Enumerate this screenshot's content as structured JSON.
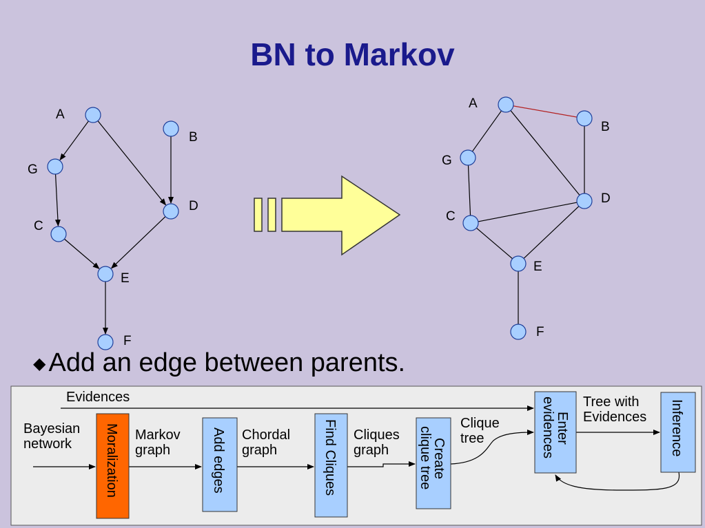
{
  "title": "BN to Markov",
  "bullet": "Add an edge between parents.",
  "colors": {
    "background": "#cbc3dd",
    "title": "#1a1a8c",
    "node_fill": "#a8cfff",
    "node_stroke": "#1f3f99",
    "moral_edge": "#b32020",
    "arrow_fill": "#ffff99",
    "flow_box": "#a8cfff",
    "moralization_box": "#ff6600",
    "flow_panel": "#ececec"
  },
  "bn_graph": {
    "nodes": [
      {
        "id": "A",
        "label": "A"
      },
      {
        "id": "B",
        "label": "B"
      },
      {
        "id": "G",
        "label": "G"
      },
      {
        "id": "D",
        "label": "D"
      },
      {
        "id": "C",
        "label": "C"
      },
      {
        "id": "E",
        "label": "E"
      },
      {
        "id": "F",
        "label": "F"
      }
    ],
    "edges": [
      {
        "from": "A",
        "to": "G"
      },
      {
        "from": "A",
        "to": "D"
      },
      {
        "from": "B",
        "to": "D"
      },
      {
        "from": "G",
        "to": "C"
      },
      {
        "from": "C",
        "to": "E"
      },
      {
        "from": "D",
        "to": "E"
      },
      {
        "from": "E",
        "to": "F"
      }
    ]
  },
  "markov_graph": {
    "nodes": [
      {
        "id": "A",
        "label": "A"
      },
      {
        "id": "B",
        "label": "B"
      },
      {
        "id": "G",
        "label": "G"
      },
      {
        "id": "D",
        "label": "D"
      },
      {
        "id": "C",
        "label": "C"
      },
      {
        "id": "E",
        "label": "E"
      },
      {
        "id": "F",
        "label": "F"
      }
    ],
    "edges": [
      {
        "from": "A",
        "to": "B",
        "moral": true
      },
      {
        "from": "A",
        "to": "G"
      },
      {
        "from": "A",
        "to": "D"
      },
      {
        "from": "B",
        "to": "D"
      },
      {
        "from": "G",
        "to": "C"
      },
      {
        "from": "C",
        "to": "D",
        "moral": true
      },
      {
        "from": "C",
        "to": "E"
      },
      {
        "from": "D",
        "to": "E"
      },
      {
        "from": "E",
        "to": "F"
      }
    ]
  },
  "flow": {
    "boxes": {
      "moralization": "Moralization",
      "add_edges": "Add edges",
      "find_cliques": "Find Cliques",
      "create_clique_tree": [
        "Create",
        "clique tree"
      ],
      "enter_evidences": [
        "Enter",
        "evidences"
      ],
      "inference": "Inference"
    },
    "labels": {
      "evidences": "Evidences",
      "bayesian_network": [
        "Bayesian",
        "network"
      ],
      "markov_graph": [
        "Markov",
        "graph"
      ],
      "chordal_graph": [
        "Chordal",
        "graph"
      ],
      "cliques_graph": [
        "Cliques",
        "graph"
      ],
      "clique_tree": [
        "Clique",
        "tree"
      ],
      "tree_with_evidences": [
        "Tree with",
        "Evidences"
      ]
    }
  }
}
